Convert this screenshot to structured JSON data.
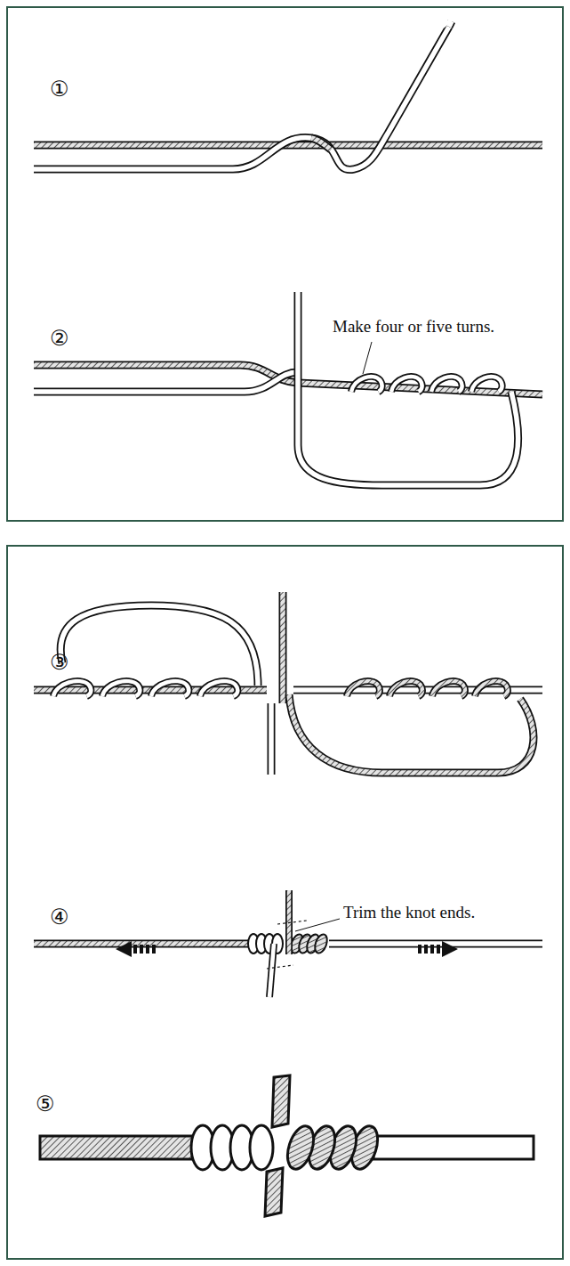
{
  "diagram": {
    "labels": [
      "①",
      "Make four or five turns.",
      "②",
      "③",
      "Trim the knot ends.",
      "④",
      "⑤"
    ]
  }
}
